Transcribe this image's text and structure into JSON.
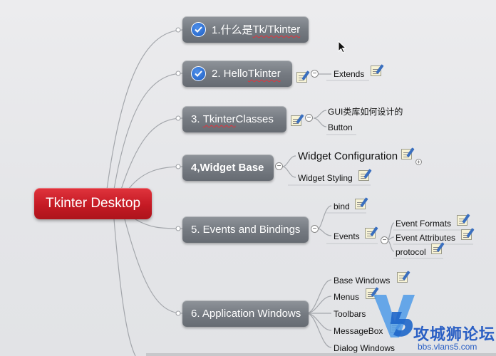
{
  "root": {
    "label": "Tkinter Desktop"
  },
  "topics": [
    {
      "label_prefix": "1.什么是",
      "label_tail": "Tk/Tkinter",
      "checked": true
    },
    {
      "label_prefix": "2. Hello ",
      "label_tail": "Tkinter",
      "checked": true
    },
    {
      "label_prefix": "3. ",
      "label_mid": "Tkinter",
      "label_tail": " Classes",
      "checked": false
    },
    {
      "label": "4,Widget Base",
      "checked": false
    },
    {
      "label": "5. Events and Bindings",
      "checked": false
    },
    {
      "label": "6. Application Windows",
      "checked": false
    }
  ],
  "subtopics": {
    "hello": [
      "Extends"
    ],
    "classes": [
      "GUI类库如何设计的",
      "Button"
    ],
    "widget_base": [
      "Widget Configuration",
      "Widget Styling"
    ],
    "events_root": [
      "bind",
      "Events"
    ],
    "events_children": [
      "Event Formats",
      "Event Attributes",
      "protocol"
    ],
    "windows": [
      "Base Windows",
      "Menus",
      "Toolbars",
      "MessageBox",
      "Dialog Windows"
    ]
  },
  "watermark": {
    "text": "攻城狮论坛",
    "url": "bbs.vlans5.com"
  },
  "colors": {
    "root": "#c51a24",
    "topic": "#767b82",
    "check": "#1f5fc4",
    "watermark": "#2a5fc4"
  }
}
